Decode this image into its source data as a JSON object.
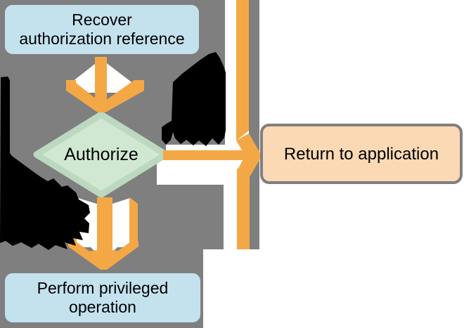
{
  "figure": {
    "title": "authorization-flow-diagram",
    "nodes": {
      "recover": {
        "line1": "Recover",
        "line2": "authorization reference"
      },
      "authorize": {
        "label": "Authorize"
      },
      "perform": {
        "line1": "Perform privileged",
        "line2": "operation"
      },
      "return_app": {
        "label": "Return to application"
      }
    },
    "connectors": {
      "authorize_to_return": "right-arrow",
      "recover_to_authorize": "down-arrow",
      "authorize_to_perform": "down-arrow"
    }
  },
  "colors": {
    "backdrop": "#7f7f7f",
    "orange": "#f4a845",
    "blue": "#c4e1ee",
    "green": "#d0e8d2",
    "green_edge": "#bcd9c0",
    "peach": "#fbd9b5",
    "border": "#7f7f7f",
    "blob": "#000000",
    "text": "#000000"
  }
}
